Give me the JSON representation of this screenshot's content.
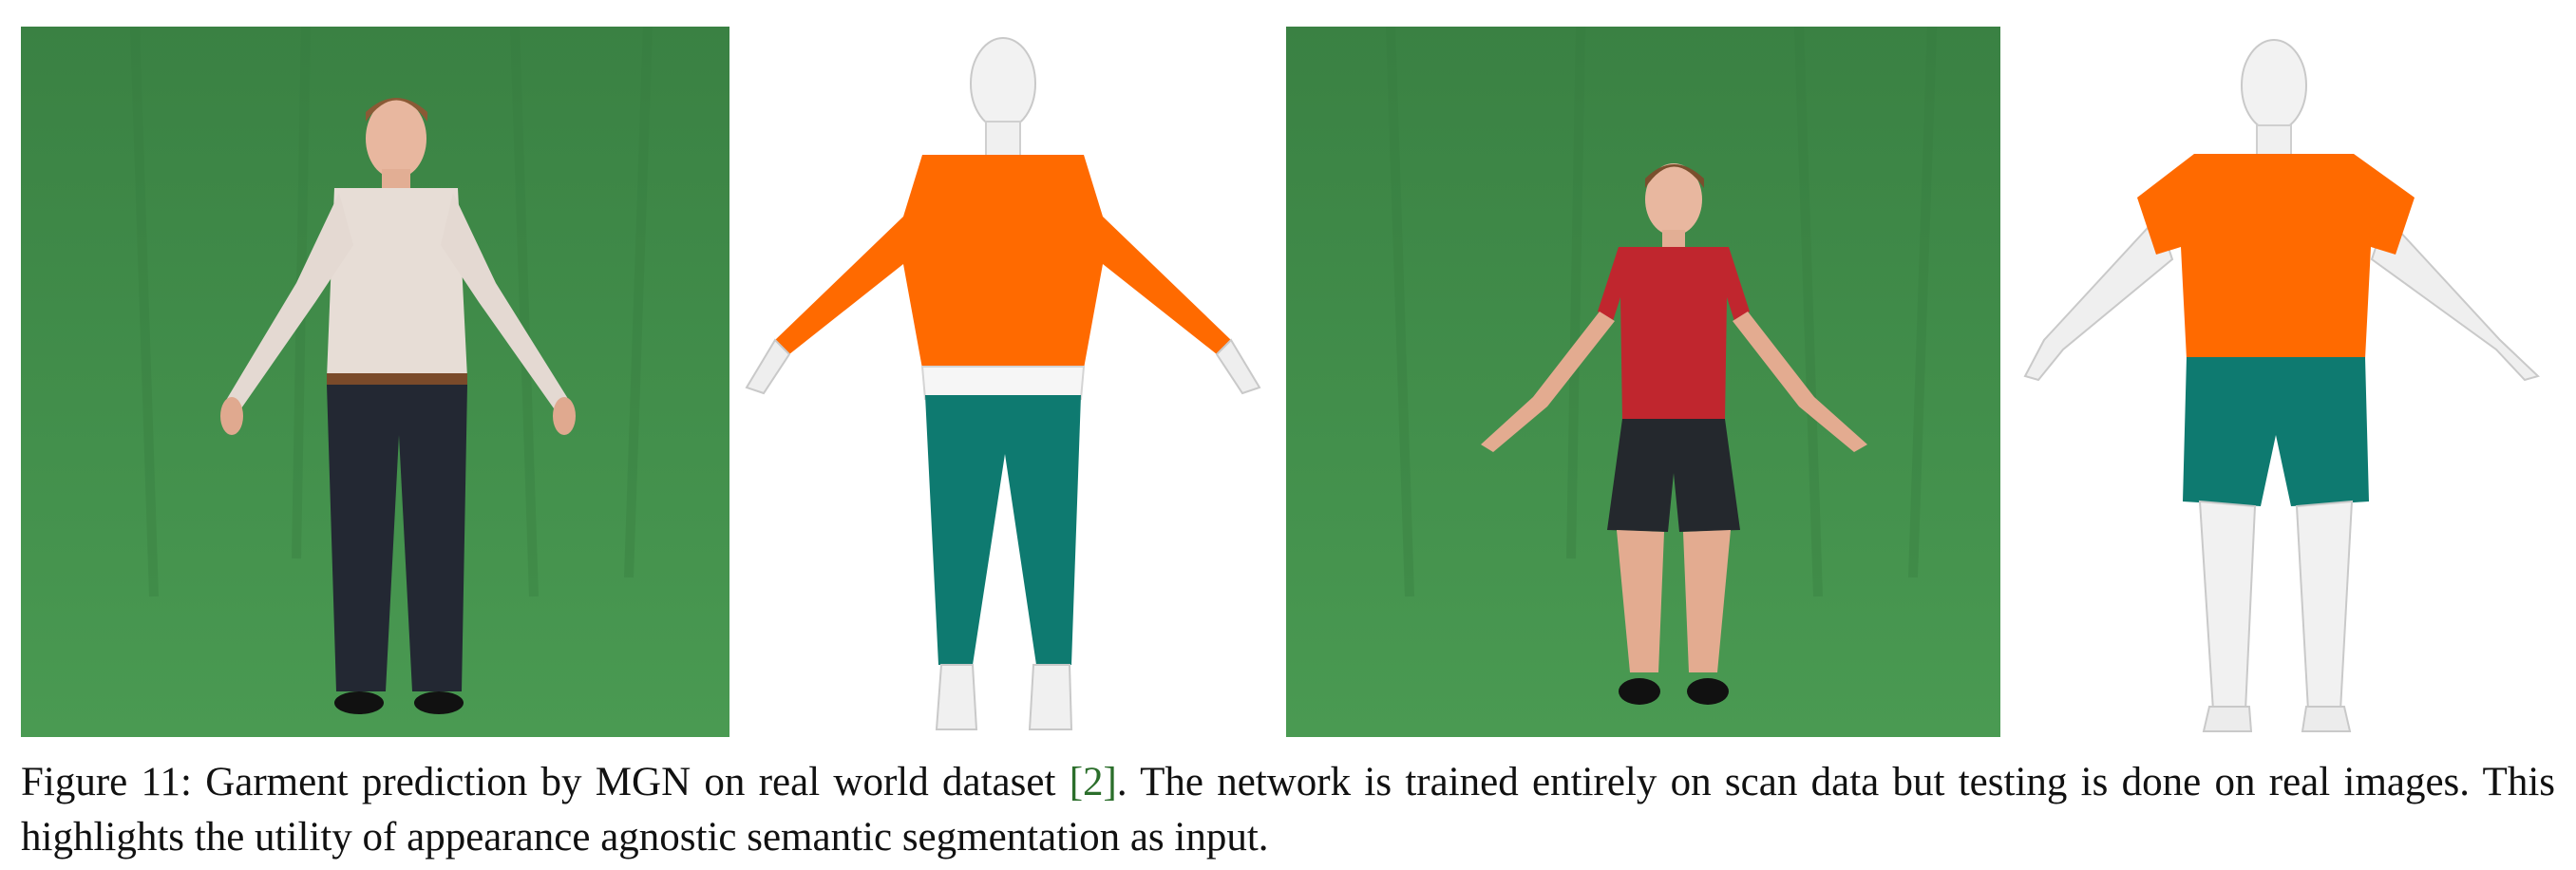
{
  "figure": {
    "panels": [
      {
        "id": "photo-man",
        "description_kind": "photo"
      },
      {
        "id": "prediction-man",
        "description_kind": "render"
      },
      {
        "id": "photo-woman",
        "description_kind": "photo"
      },
      {
        "id": "prediction-woman",
        "description_kind": "render"
      }
    ],
    "colors": {
      "greenscreen": "#3f8a47",
      "upper_garment": "#ff6a00",
      "lower_garment": "#0e7a70",
      "body": "#f1f1f1",
      "cite": "#2b6e2b"
    }
  },
  "caption": {
    "label": "Figure 11:",
    "text_before": "Garment prediction by MGN on real world dataset ",
    "cite": "[2]",
    "text_after": ". The network is trained entirely on scan data but testing is done on real images. This highlights the utility of appearance agnostic semantic segmentation as input."
  }
}
